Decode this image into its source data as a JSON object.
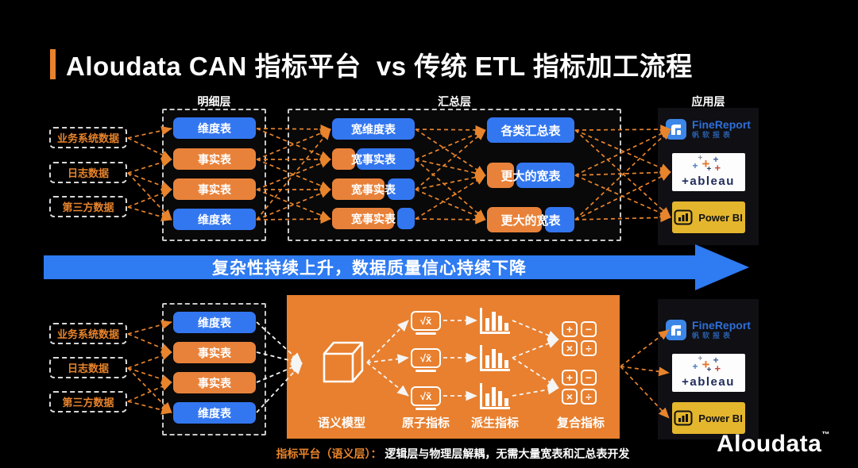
{
  "title": "Aloudata CAN 指标平台  vs 传统 ETL 指标加工流程",
  "colors": {
    "orange": "#E8802F",
    "chip_blue": "#3377F0",
    "chip_orange": "#E8823A",
    "banner_blue": "#2E7BF2",
    "powerbi_yellow": "#E4B62E",
    "arrow_orange": "#E8842C"
  },
  "sources": [
    "业务系统数据",
    "日志数据",
    "第三方数据"
  ],
  "top": {
    "layers": {
      "detail": "明细层",
      "summary": "汇总层",
      "application": "应用层"
    },
    "detail_tables": [
      "维度表",
      "事实表",
      "事实表",
      "维度表"
    ],
    "wide_tables": [
      "宽维度表",
      "宽事实表",
      "宽事实表",
      "宽事实表"
    ],
    "agg_tables": [
      "各类汇总表",
      "更大的宽表",
      "更大的宽表"
    ]
  },
  "banner": "复杂性持续上升，数据质量信心持续下降",
  "bottom": {
    "detail_tables": [
      "维度表",
      "事实表",
      "事实表",
      "维度表"
    ],
    "platform": {
      "semantic_model": "语义模型",
      "atomic_metric": "原子指标",
      "derived_metric": "派生指标",
      "composite_metric": "复合指标",
      "sqrt_glyph": "√x̄",
      "calc_glyphs": [
        "+",
        "−",
        "×",
        "÷"
      ]
    }
  },
  "logos": {
    "finereport": {
      "name": "FineReport",
      "subtitle": "帆软报表"
    },
    "tableau": {
      "wordmark": "+ableau",
      "plus_glyph": "+"
    },
    "powerbi": {
      "name": "Power BI"
    }
  },
  "caption": {
    "prefix": "指标平台（语义层）：",
    "text": " 逻辑层与物理层解耦，无需大量宽表和汇总表开发"
  },
  "brand": {
    "name": "Aloudata",
    "tm": "™"
  },
  "edges": {
    "orange": [
      "ts1>tr1L",
      "ts1>tr2L",
      "ts2>tr2L",
      "ts2>tr3L",
      "ts2>tr4L",
      "ts3>tr3L",
      "ts3>tr4L",
      "tr1R>tc1L",
      "tr1R>tc2L",
      "tr2R>tc1L",
      "tr2R>tc2L",
      "tr2R>tc3L",
      "tr3R>tc2L",
      "tr3R>tc3L",
      "tr3R>tc4L",
      "tr4R>tc1L",
      "tr4R>tc3L",
      "tr4R>tc4L",
      "tc1R>td1L",
      "tc1R>td2L",
      "tc2R>td1L",
      "tc2R>td2L",
      "tc2R>td3L",
      "tc3R>td1L",
      "tc3R>td2L",
      "tc3R>td3L",
      "tc4R>td2L",
      "tc4R>td3L",
      "td1R>tL1",
      "td1R>tL2",
      "td1R>tL3",
      "td2R>tL1",
      "td2R>tL2",
      "td2R>tL3",
      "td3R>tL1",
      "td3R>tL2",
      "td3R>tL3",
      "bs1>br1L",
      "bs1>br2L",
      "bs2>br2L",
      "bs2>br3L",
      "bs2>br4L",
      "bs3>br3L",
      "bs3>br4L",
      "pR>bL1",
      "pR>bL2",
      "pR>bL3"
    ],
    "white": [
      "br1R>conv",
      "br2R>conv",
      "br3R>conv",
      "br4R>conv",
      "cubeR>sq1L",
      "cubeR>sq2L",
      "cubeR>sq3L",
      "sq1R>bar1L",
      "sq2R>bar2L",
      "sq3R>bar3L",
      "bar1R>calc1L",
      "bar2R>calc1L",
      "bar2R>calc2L",
      "bar3R>calc2L"
    ]
  }
}
